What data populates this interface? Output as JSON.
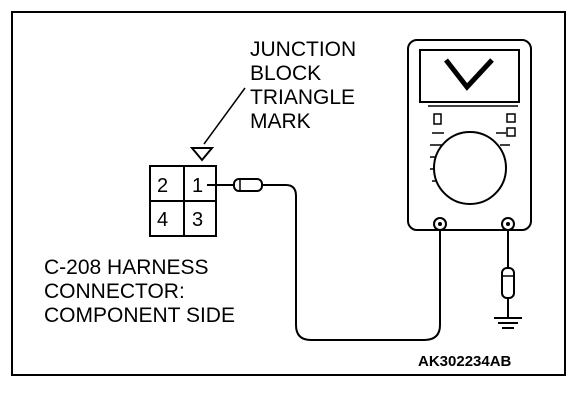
{
  "junction_label": [
    "JUNCTION",
    "BLOCK",
    "TRIANGLE",
    "MARK"
  ],
  "connector": {
    "pins": [
      "2",
      "1",
      "4",
      "3"
    ],
    "label": [
      "C-208 HARNESS",
      "CONNECTOR:",
      "COMPONENT SIDE"
    ]
  },
  "figure_code": "AK302234AB",
  "colors": {
    "line": "#000000",
    "background": "#ffffff"
  },
  "icons": [
    "voltmeter-icon",
    "ground-symbol-icon",
    "probe-icon",
    "triangle-mark-icon"
  ]
}
